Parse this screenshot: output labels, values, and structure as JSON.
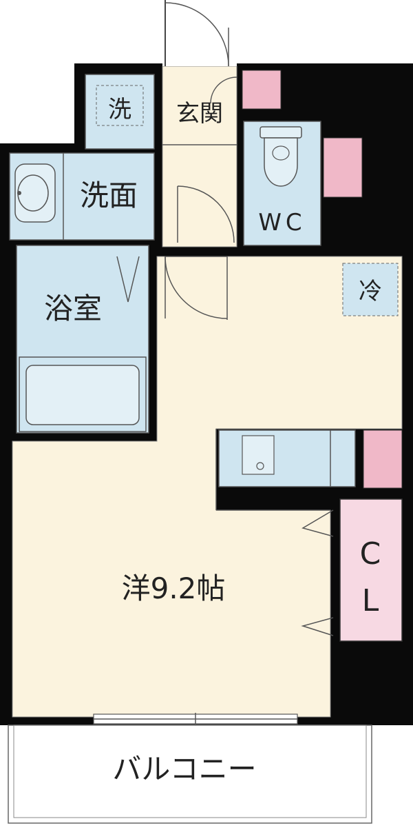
{
  "floorplan": {
    "labels": {
      "washer": "洗",
      "washroom": "洗面",
      "bathroom": "浴室",
      "entrance": "玄関",
      "wc": "WC",
      "fridge": "冷",
      "room": "洋9.2帖",
      "closet_c": "C",
      "closet_l": "L",
      "balcony": "バルコニー"
    },
    "colors": {
      "wall": "#0a0a0a",
      "wet_area": "#cfe5f0",
      "living_floor": "#fbf3de",
      "storage": "#f7d9e3",
      "storage_accent": "#f0b8c8",
      "balcony": "#ffffff"
    }
  }
}
